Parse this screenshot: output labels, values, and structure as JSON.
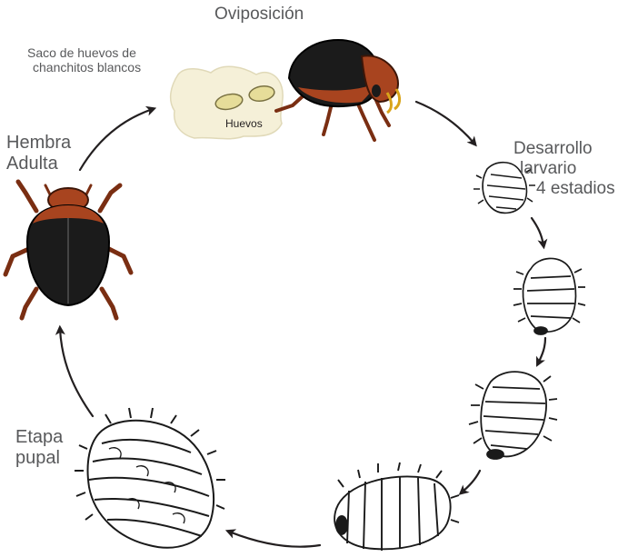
{
  "labels": {
    "oviposicion": "Oviposición",
    "saco_line1": "Saco de huevos de",
    "saco_line2": "chanchitos blancos",
    "huevos": "Huevos",
    "hembra_line1": "Hembra",
    "hembra_line2": "Adulta",
    "larval_line1": "Desarrollo",
    "larval_line2": "larvario",
    "larval_line3": "4 estadios",
    "pupal_line1": "Etapa",
    "pupal_line2": "pupal"
  },
  "icons": {
    "beetle": "beetle-icon",
    "egg_sac": "egg-sac-icon",
    "larva": "larva-icon",
    "pupa": "pupa-icon",
    "arrow": "cycle-arrow-icon"
  },
  "colors": {
    "text": "#58595b",
    "beetle_body": "#a8441f",
    "beetle_shell": "#1a1a1a",
    "egg_sac": "#f5f0d8",
    "egg": "#e6dd99",
    "arrow": "#231f20"
  }
}
